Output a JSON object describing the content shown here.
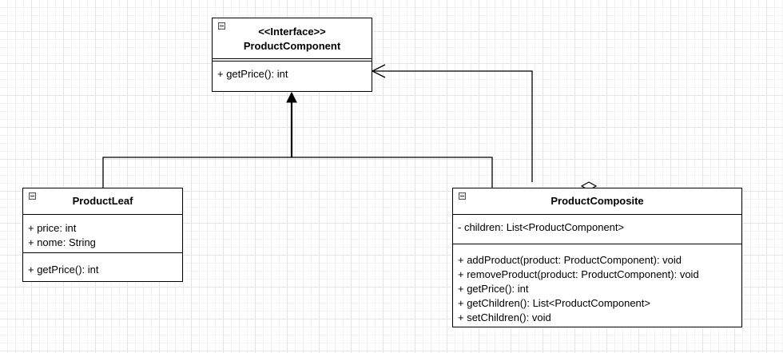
{
  "interface": {
    "stereotype": "<<Interface>>",
    "name": "ProductComponent",
    "methods": [
      "+ getPrice(): int"
    ]
  },
  "leaf": {
    "name": "ProductLeaf",
    "attributes": [
      "+ price: int",
      "+ nome: String"
    ],
    "methods": [
      "+ getPrice(): int"
    ]
  },
  "composite": {
    "name": "ProductComposite",
    "attributes": [
      "- children: List<ProductComponent>"
    ],
    "methods": [
      "+ addProduct(product: ProductComponent): void",
      "+ removeProduct(product: ProductComponent): void",
      "+ getPrice(): int",
      "+ getChildren(): List<ProductComponent>",
      "+ setChildren(): void"
    ]
  }
}
